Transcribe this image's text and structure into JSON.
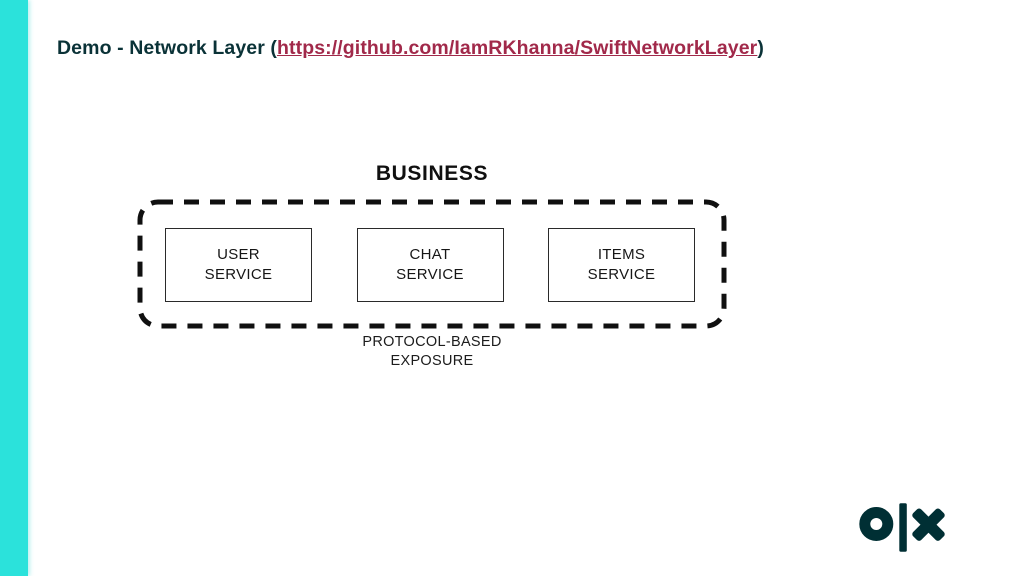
{
  "slide": {
    "accent_color": "#2BE2DB",
    "title": {
      "prefix": "Demo - Network Layer (",
      "link_text": "https://github.com/IamRKhanna/SwiftNetworkLayer",
      "suffix": ")",
      "title_color": "#0A3237",
      "link_color": "#A1294A"
    },
    "diagram": {
      "group_label": "BUSINESS",
      "services": [
        {
          "label": "USER\nSERVICE"
        },
        {
          "label": "CHAT\nSERVICE"
        },
        {
          "label": "ITEMS\nSERVICE"
        }
      ],
      "caption": "PROTOCOL-BASED\nEXPOSURE",
      "stroke_color": "#101010"
    },
    "logo": {
      "brand": "OLX",
      "color": "#002F34"
    }
  }
}
